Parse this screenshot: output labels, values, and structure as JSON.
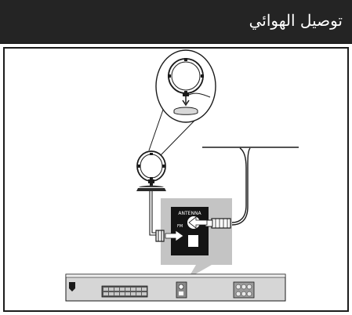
{
  "header": {
    "title": "توصيل الهوائي",
    "background_color": "#242424",
    "text_color": "#ffffff"
  },
  "illustration": {
    "jack_label": "ANTENNA",
    "jack_sublabel": "FM",
    "callout_color": "#c2c2c2",
    "device_color": "#d4d4d4",
    "arrow_icon": "arrow-right-icon"
  }
}
